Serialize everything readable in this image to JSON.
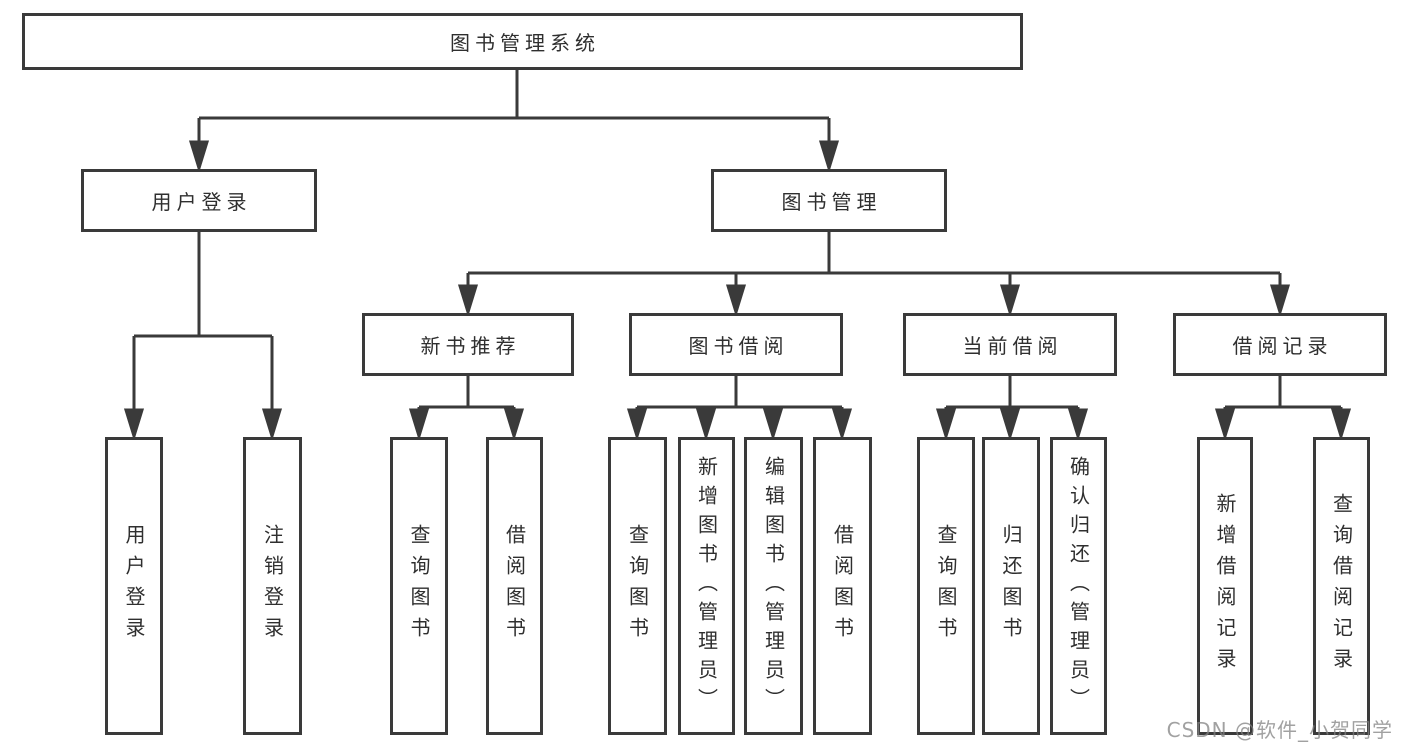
{
  "colors": {
    "line": "#3a3a3a",
    "box_border": "#3a3a3a",
    "text": "#2f2f2f",
    "background": "#ffffff",
    "watermark": "#828282"
  },
  "tree": {
    "root": {
      "label": "图书管理系统"
    },
    "level2": [
      {
        "id": "user-login",
        "label": "用户登录"
      },
      {
        "id": "book-management",
        "label": "图书管理"
      }
    ],
    "level3": [
      {
        "id": "new-book-recommend",
        "label": "新书推荐"
      },
      {
        "id": "book-borrowing",
        "label": "图书借阅"
      },
      {
        "id": "current-borrowing",
        "label": "当前借阅"
      },
      {
        "id": "borrowing-records",
        "label": "借阅记录"
      }
    ],
    "leaves": [
      {
        "id": "user-login-leaf",
        "label": "用户登录"
      },
      {
        "id": "logout",
        "label": "注销登录"
      },
      {
        "id": "recommend-query-books",
        "label": "查询图书"
      },
      {
        "id": "recommend-borrow-books",
        "label": "借阅图书"
      },
      {
        "id": "borrowing-query-books",
        "label": "查询图书"
      },
      {
        "id": "borrowing-add-books-admin",
        "label": "新增图书（管理员）"
      },
      {
        "id": "borrowing-edit-books-admin",
        "label": "编辑图书（管理员）"
      },
      {
        "id": "borrowing-borrow-books",
        "label": "借阅图书"
      },
      {
        "id": "current-query-books",
        "label": "查询图书"
      },
      {
        "id": "current-return-books",
        "label": "归还图书"
      },
      {
        "id": "current-confirm-return-admin",
        "label": "确认归还（管理员）"
      },
      {
        "id": "records-add-record",
        "label": "新增借阅记录"
      },
      {
        "id": "records-query-record",
        "label": "查询借阅记录"
      }
    ]
  },
  "watermark": {
    "text": "CSDN @软件_小贺同学"
  }
}
